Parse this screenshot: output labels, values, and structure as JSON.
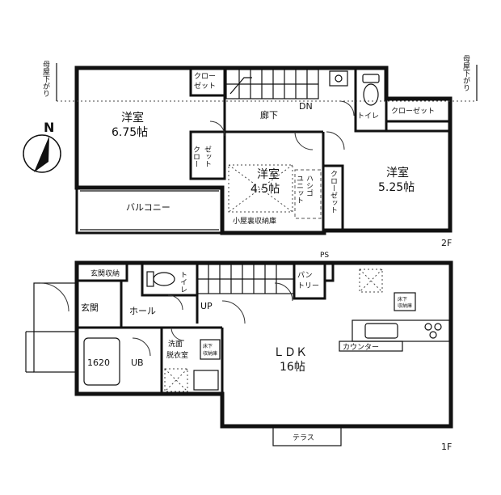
{
  "floor2": {
    "level": "2F",
    "room_western_a_name": "洋室",
    "room_western_a_size": "6.75帖",
    "closet_top_line1": "クロー",
    "closet_top_line2": "ゼット",
    "closet_left_line1": "クロー",
    "closet_left_line2": "ゼット",
    "hallway": "廊下",
    "stairs_dn": "DN",
    "toilet": "トイレ",
    "closet_right": "クローゼット",
    "room_western_b_name": "洋室",
    "room_western_b_size": "4.5帖",
    "hashigo_unit_line1": "ハシゴ",
    "hashigo_unit_line2": "ユニット",
    "closet_mid": "クローゼット",
    "room_western_c_name": "洋室",
    "room_western_c_size": "5.25帖",
    "balcony": "バルコニー",
    "attic_storage": "小屋裏収納庫",
    "roof_note_left": "母屋下がり",
    "roof_note_right": "母屋下がり",
    "north": "N"
  },
  "floor1": {
    "level": "1F",
    "ps": "PS",
    "entrance_storage": "玄関収納",
    "entrance": "玄関",
    "hall": "ホール",
    "toilet": "トイレ",
    "stairs_up": "UP",
    "pantry_line1": "パン",
    "pantry_line2": "トリー",
    "ldk_name": "ＬＤＫ",
    "ldk_size": "16帖",
    "bath_size": "1620",
    "bath_ub": "UB",
    "washroom_line1": "洗面",
    "washroom_line2": "脱衣室",
    "underfloor_line1": "床下",
    "underfloor_line2": "収納庫",
    "counter": "カウンター",
    "floor_storage_line1": "床下",
    "floor_storage_line2": "収納庫",
    "terrace": "テラス"
  }
}
